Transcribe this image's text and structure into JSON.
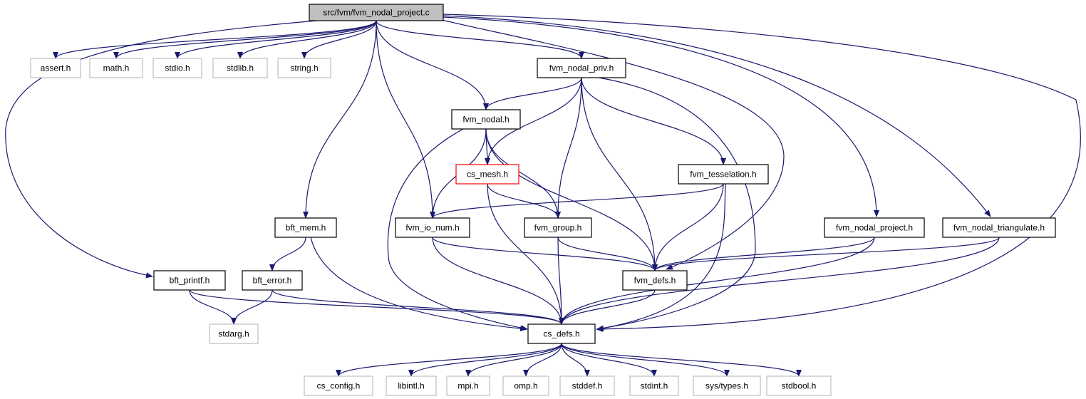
{
  "colors": {
    "edge": "#191970",
    "node_border_default": "#000000",
    "node_border_external": "#bfbfbf",
    "node_border_incomplete": "#ff0000",
    "node_fill_root": "#bfbfbf",
    "node_fill": "#ffffff",
    "text": "#000000"
  },
  "nodes": [
    {
      "id": "root",
      "label": "src/fvm/fvm_nodal_project.c",
      "kind": "root"
    },
    {
      "id": "assert",
      "label": "assert.h",
      "kind": "external"
    },
    {
      "id": "math",
      "label": "math.h",
      "kind": "external"
    },
    {
      "id": "stdio",
      "label": "stdio.h",
      "kind": "external"
    },
    {
      "id": "stdlib",
      "label": "stdlib.h",
      "kind": "external"
    },
    {
      "id": "string",
      "label": "string.h",
      "kind": "external"
    },
    {
      "id": "priv",
      "label": "fvm_nodal_priv.h",
      "kind": "normal"
    },
    {
      "id": "nodal",
      "label": "fvm_nodal.h",
      "kind": "normal"
    },
    {
      "id": "csmesh",
      "label": "cs_mesh.h",
      "kind": "incomplete"
    },
    {
      "id": "tess",
      "label": "fvm_tesselation.h",
      "kind": "normal"
    },
    {
      "id": "bftmem",
      "label": "bft_mem.h",
      "kind": "normal"
    },
    {
      "id": "ionum",
      "label": "fvm_io_num.h",
      "kind": "normal"
    },
    {
      "id": "group",
      "label": "fvm_group.h",
      "kind": "normal"
    },
    {
      "id": "project",
      "label": "fvm_nodal_project.h",
      "kind": "normal"
    },
    {
      "id": "triang",
      "label": "fvm_nodal_triangulate.h",
      "kind": "normal"
    },
    {
      "id": "bftprintf",
      "label": "bft_printf.h",
      "kind": "normal"
    },
    {
      "id": "bfterror",
      "label": "bft_error.h",
      "kind": "normal"
    },
    {
      "id": "fvmdefs",
      "label": "fvm_defs.h",
      "kind": "normal"
    },
    {
      "id": "stdarg",
      "label": "stdarg.h",
      "kind": "external"
    },
    {
      "id": "csdefs",
      "label": "cs_defs.h",
      "kind": "normal"
    },
    {
      "id": "csconfig",
      "label": "cs_config.h",
      "kind": "external"
    },
    {
      "id": "libintl",
      "label": "libintl.h",
      "kind": "external"
    },
    {
      "id": "mpi",
      "label": "mpi.h",
      "kind": "external"
    },
    {
      "id": "omp",
      "label": "omp.h",
      "kind": "external"
    },
    {
      "id": "stddef",
      "label": "stddef.h",
      "kind": "external"
    },
    {
      "id": "stdint",
      "label": "stdint.h",
      "kind": "external"
    },
    {
      "id": "systypes",
      "label": "sys/types.h",
      "kind": "external"
    },
    {
      "id": "stdbool",
      "label": "stdbool.h",
      "kind": "external"
    }
  ],
  "edges": [
    {
      "from": "root",
      "to": "assert"
    },
    {
      "from": "root",
      "to": "math"
    },
    {
      "from": "root",
      "to": "stdio"
    },
    {
      "from": "root",
      "to": "stdlib"
    },
    {
      "from": "root",
      "to": "string"
    },
    {
      "from": "root",
      "to": "priv"
    },
    {
      "from": "root",
      "to": "nodal"
    },
    {
      "from": "root",
      "to": "bftmem"
    },
    {
      "from": "root",
      "to": "ionum"
    },
    {
      "from": "root",
      "to": "bftprintf"
    },
    {
      "from": "root",
      "to": "fvmdefs"
    },
    {
      "from": "root",
      "to": "project"
    },
    {
      "from": "root",
      "to": "triang"
    },
    {
      "from": "root",
      "to": "csdefs"
    },
    {
      "from": "priv",
      "to": "nodal"
    },
    {
      "from": "priv",
      "to": "csmesh"
    },
    {
      "from": "priv",
      "to": "group"
    },
    {
      "from": "priv",
      "to": "tess"
    },
    {
      "from": "priv",
      "to": "fvmdefs"
    },
    {
      "from": "priv",
      "to": "csdefs"
    },
    {
      "from": "nodal",
      "to": "csmesh"
    },
    {
      "from": "nodal",
      "to": "ionum"
    },
    {
      "from": "nodal",
      "to": "group"
    },
    {
      "from": "nodal",
      "to": "fvmdefs"
    },
    {
      "from": "nodal",
      "to": "csdefs"
    },
    {
      "from": "csmesh",
      "to": "group"
    },
    {
      "from": "csmesh",
      "to": "csdefs"
    },
    {
      "from": "tess",
      "to": "ionum"
    },
    {
      "from": "tess",
      "to": "fvmdefs"
    },
    {
      "from": "tess",
      "to": "csdefs"
    },
    {
      "from": "bftmem",
      "to": "bfterror"
    },
    {
      "from": "bftmem",
      "to": "csdefs"
    },
    {
      "from": "ionum",
      "to": "fvmdefs"
    },
    {
      "from": "ionum",
      "to": "csdefs"
    },
    {
      "from": "group",
      "to": "fvmdefs"
    },
    {
      "from": "group",
      "to": "csdefs"
    },
    {
      "from": "project",
      "to": "fvmdefs"
    },
    {
      "from": "project",
      "to": "csdefs"
    },
    {
      "from": "triang",
      "to": "fvmdefs"
    },
    {
      "from": "triang",
      "to": "csdefs"
    },
    {
      "from": "bftprintf",
      "to": "stdarg"
    },
    {
      "from": "bftprintf",
      "to": "csdefs"
    },
    {
      "from": "bfterror",
      "to": "stdarg"
    },
    {
      "from": "bfterror",
      "to": "csdefs"
    },
    {
      "from": "fvmdefs",
      "to": "csdefs"
    },
    {
      "from": "csdefs",
      "to": "csconfig"
    },
    {
      "from": "csdefs",
      "to": "libintl"
    },
    {
      "from": "csdefs",
      "to": "mpi"
    },
    {
      "from": "csdefs",
      "to": "omp"
    },
    {
      "from": "csdefs",
      "to": "stddef"
    },
    {
      "from": "csdefs",
      "to": "stdint"
    },
    {
      "from": "csdefs",
      "to": "systypes"
    },
    {
      "from": "csdefs",
      "to": "stdbool"
    }
  ]
}
